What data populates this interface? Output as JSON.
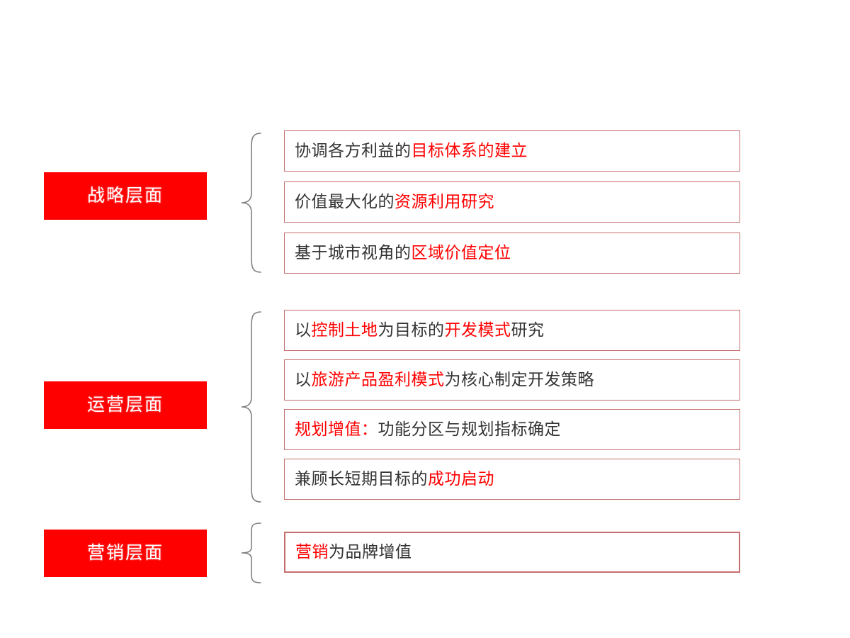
{
  "meta": {
    "background_color": "#FFFFFF",
    "accent_red": "#FF0000",
    "box_border_color": "#C5706E",
    "brace_color": "#7F7F7F",
    "body_text_color": "#333333"
  },
  "groups": [
    {
      "label": "战略层面",
      "brace_icon": "curly-brace-icon",
      "items": [
        {
          "text": "协调各方利益的目标体系的建立",
          "segments": [
            {
              "text": "协调各方利益的",
              "color": "plain"
            },
            {
              "text": "目标体系的建立",
              "color": "highlight"
            }
          ]
        },
        {
          "text": "价值最大化的资源利用研究",
          "segments": [
            {
              "text": "价值最大化的",
              "color": "plain"
            },
            {
              "text": "资源利用研究",
              "color": "highlight"
            }
          ]
        },
        {
          "text": "基于城市视角的区域价值定位",
          "segments": [
            {
              "text": "基于城市视角的",
              "color": "plain"
            },
            {
              "text": "区域价值定位",
              "color": "highlight"
            }
          ]
        }
      ]
    },
    {
      "label": "运营层面",
      "brace_icon": "curly-brace-icon",
      "items": [
        {
          "text": "以控制土地为目标的开发模式研究",
          "segments": [
            {
              "text": "以",
              "color": "plain"
            },
            {
              "text": "控制土地",
              "color": "highlight"
            },
            {
              "text": "为目标的",
              "color": "plain"
            },
            {
              "text": "开发模式",
              "color": "highlight"
            },
            {
              "text": "研究",
              "color": "plain"
            }
          ]
        },
        {
          "text": "以旅游产品盈利模式为核心制定开发策略",
          "segments": [
            {
              "text": "以",
              "color": "plain"
            },
            {
              "text": "旅游产品盈利模式",
              "color": "highlight"
            },
            {
              "text": "为核心制定开发策略",
              "color": "plain"
            }
          ]
        },
        {
          "text": "规划增值：功能分区与规划指标确定",
          "segments": [
            {
              "text": "规划增值：",
              "color": "highlight"
            },
            {
              "text": "功能分区与规划指标确定",
              "color": "plain"
            }
          ]
        },
        {
          "text": "兼顾长短期目标的成功启动",
          "segments": [
            {
              "text": "兼顾长短期目标的",
              "color": "plain"
            },
            {
              "text": "成功启动",
              "color": "highlight"
            }
          ]
        }
      ]
    },
    {
      "label": "营销层面",
      "brace_icon": "curly-brace-icon",
      "items": [
        {
          "text": "营销为品牌增值",
          "segments": [
            {
              "text": "营销",
              "color": "highlight"
            },
            {
              "text": "为品牌增值",
              "color": "plain"
            }
          ]
        }
      ]
    }
  ]
}
